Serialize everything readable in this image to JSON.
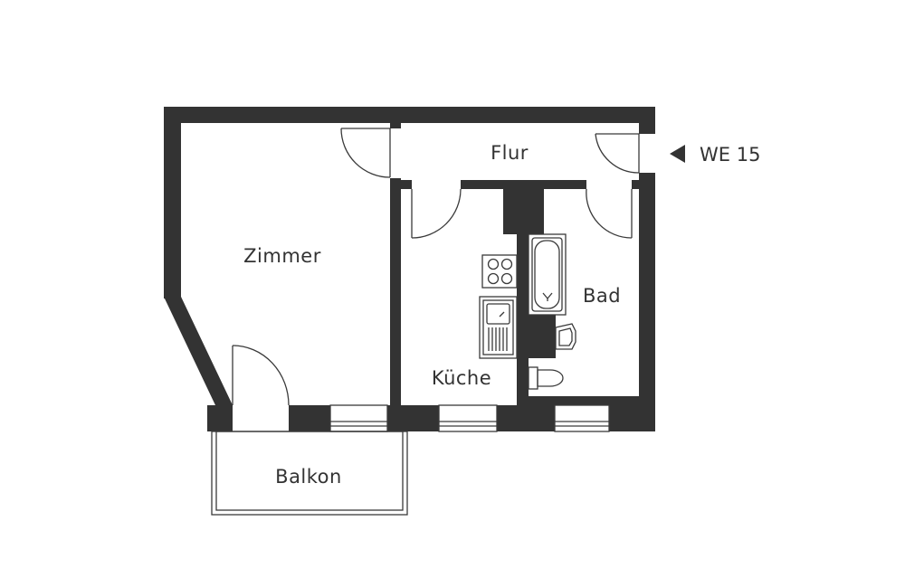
{
  "plan": {
    "unit": "WE 15",
    "rooms": {
      "zimmer": "Zimmer",
      "flur": "Flur",
      "kueche": "Küche",
      "bad": "Bad",
      "balkon": "Balkon"
    }
  },
  "colors": {
    "wall": "#333333",
    "line": "#3a3a3a",
    "background": "#ffffff"
  }
}
